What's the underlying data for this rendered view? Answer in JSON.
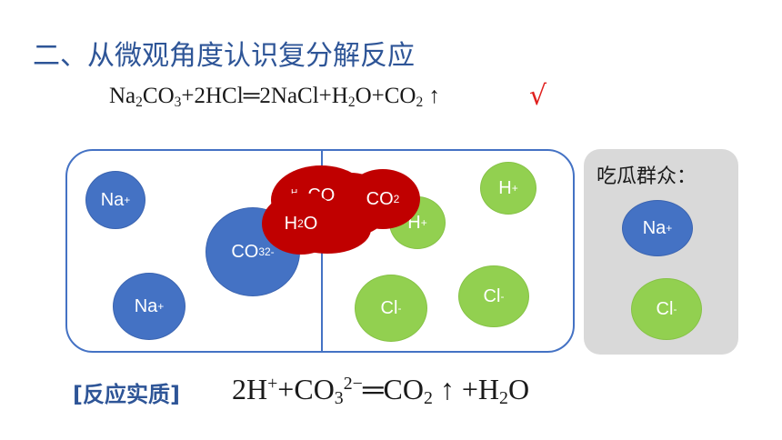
{
  "title": "二、从微观角度认识复分解反应",
  "equation1": {
    "text_parts": [
      "Na",
      "2",
      "CO",
      "3",
      "+2HCl",
      "═",
      "2NaCl+H",
      "2",
      "O+CO",
      "2",
      " ↑"
    ],
    "check_mark": "√"
  },
  "beaker": {
    "left_ions": [
      {
        "symbol": "Na",
        "charge": "+"
      },
      {
        "symbol": "Na",
        "charge": "+"
      },
      {
        "symbol": "CO",
        "sub": "3",
        "charge": "2-"
      }
    ],
    "right_ions": [
      {
        "symbol": "H",
        "charge": "+"
      },
      {
        "symbol": "H",
        "charge": "+"
      },
      {
        "symbol": "Cl",
        "charge": "-"
      },
      {
        "symbol": "Cl",
        "charge": "-"
      }
    ],
    "products": [
      {
        "symbol": "CO",
        "sub": "2"
      },
      {
        "symbol": "H",
        "sub": "2",
        "tail": "O"
      }
    ],
    "hidden_fragments": [
      "H",
      "CO"
    ]
  },
  "onlookers": {
    "label": "吃瓜群众：",
    "ions": [
      {
        "symbol": "Na",
        "charge": "+"
      },
      {
        "symbol": "Cl",
        "charge": "-"
      }
    ]
  },
  "essence": {
    "label": "[反应实质]",
    "eq": {
      "a": "2H",
      "a_sup": "+",
      "b": "+CO",
      "b_sub": "3",
      "b_sup": "2−",
      "c": "═",
      "d": "CO",
      "d_sub": "2",
      "e": " ↑ +H",
      "e_sub": "2",
      "f": "O"
    }
  },
  "colors": {
    "title": "#2e5597",
    "blue_ion": "#4472c4",
    "green_ion": "#92d050",
    "product": "#c00000",
    "check": "#e0201e",
    "onlooker_bg": "#d9d9d9"
  }
}
